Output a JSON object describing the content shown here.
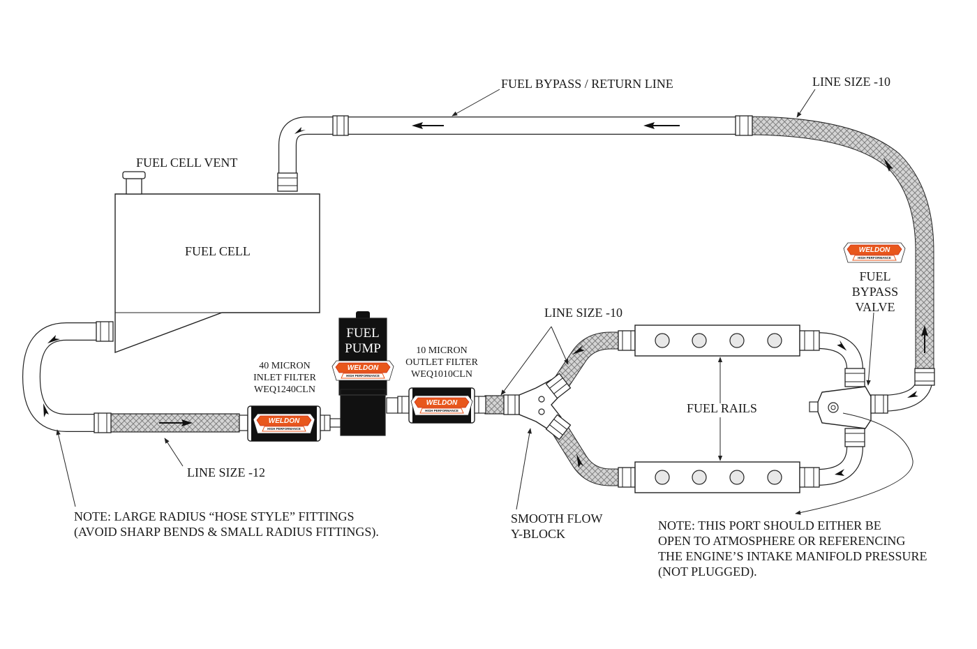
{
  "labels": {
    "return_line": "FUEL BYPASS / RETURN LINE",
    "line_size_top": "LINE SIZE -10",
    "fuel_cell_vent": "FUEL CELL VENT",
    "fuel_cell": "FUEL CELL",
    "pump_line1": "FUEL",
    "pump_line2": "PUMP",
    "inlet_filter_1": "40 MICRON",
    "inlet_filter_2": "INLET FILTER",
    "inlet_filter_3": "WEQ1240CLN",
    "outlet_filter_1": "10 MICRON",
    "outlet_filter_2": "OUTLET FILTER",
    "outlet_filter_3": "WEQ1010CLN",
    "line_size_mid": "LINE SIZE -10",
    "fuel_rails": "FUEL RAILS",
    "bypass_valve_1": "FUEL",
    "bypass_valve_2": "BYPASS",
    "bypass_valve_3": "VALVE",
    "line_size_bottom": "LINE SIZE -12",
    "note_left_1": "NOTE: LARGE RADIUS “HOSE STYLE” FITTINGS",
    "note_left_2": "(AVOID SHARP BENDS & SMALL RADIUS FITTINGS).",
    "yblock_1": "SMOOTH FLOW",
    "yblock_2": "Y-BLOCK",
    "note_right_1": "NOTE: THIS PORT SHOULD EITHER BE",
    "note_right_2": "OPEN TO ATMOSPHERE OR REFERENCING",
    "note_right_3": "THE ENGINE’S INTAKE MANIFOLD PRESSURE",
    "note_right_4": "(NOT PLUGGED)."
  },
  "logo": {
    "brand": "WELDON",
    "tagline": "HIGH PERFORMANCE"
  },
  "colors": {
    "line": "#222222",
    "pump_body": "#111111",
    "logo_orange": "#e8571c",
    "logo_red": "#c8321a",
    "braid": "#9a9a9a"
  }
}
